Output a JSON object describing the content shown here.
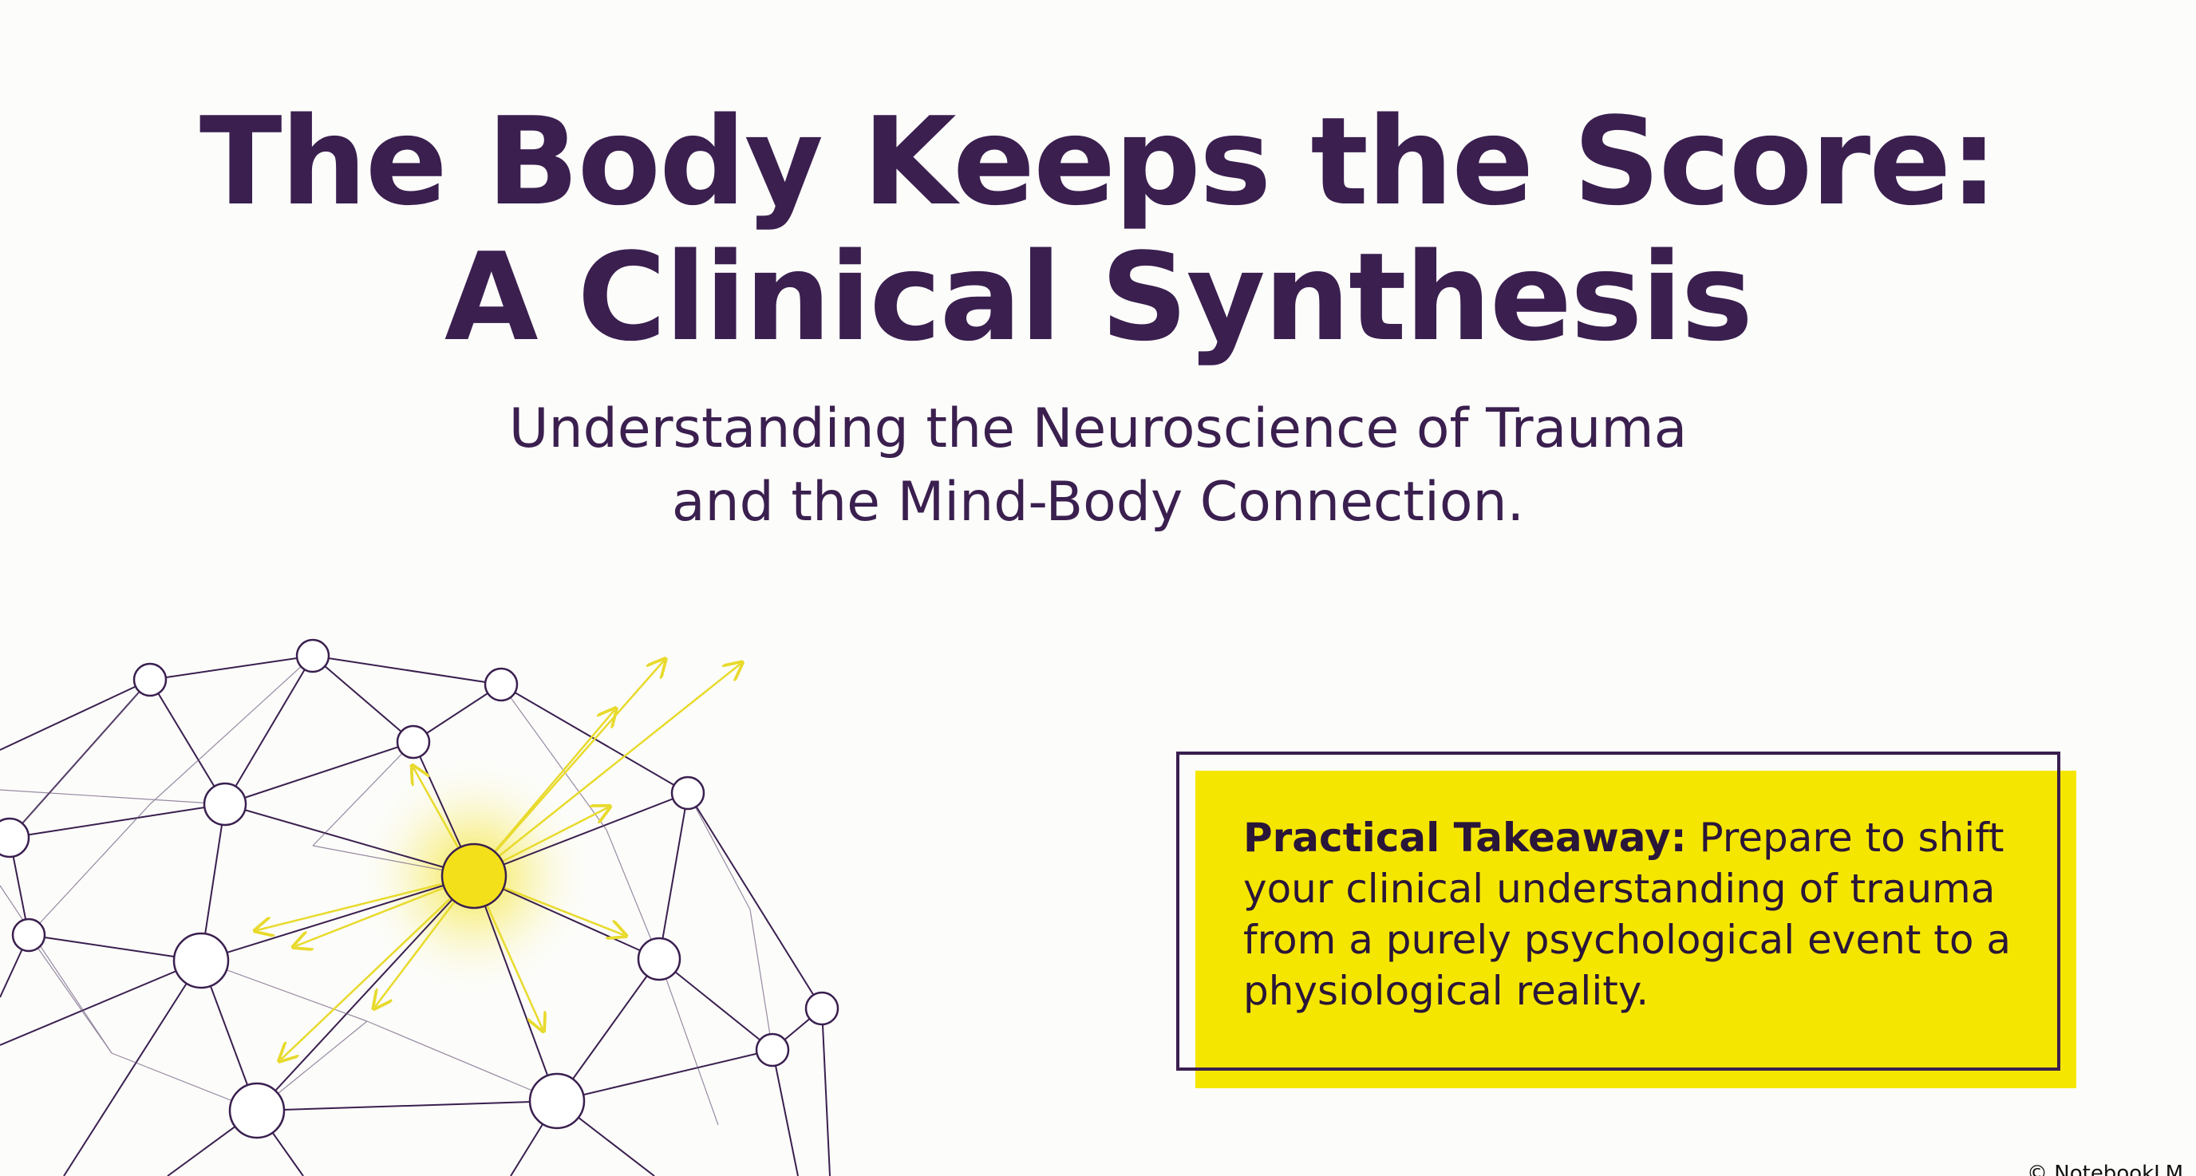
{
  "title": {
    "line1": "The Body Keeps the Score:",
    "line2": "A Clinical Synthesis"
  },
  "subtitle": {
    "line1": "Understanding the Neuroscience of Trauma",
    "line2": "and the Mind-Body Connection."
  },
  "takeaway": {
    "lead": "Practical Takeaway:",
    "body": " Prepare to shift your clinical understanding of trauma from a purely psychological event to a physiological reality."
  },
  "footer": {
    "mark": "© NotebookLM"
  },
  "colors": {
    "title": "#3a1f4f",
    "accent_yellow": "#f5e600",
    "network_line": "#3a1f4f",
    "node_glow": "#f3e01a"
  },
  "illustration": {
    "icon": "neural-network-sphere"
  }
}
